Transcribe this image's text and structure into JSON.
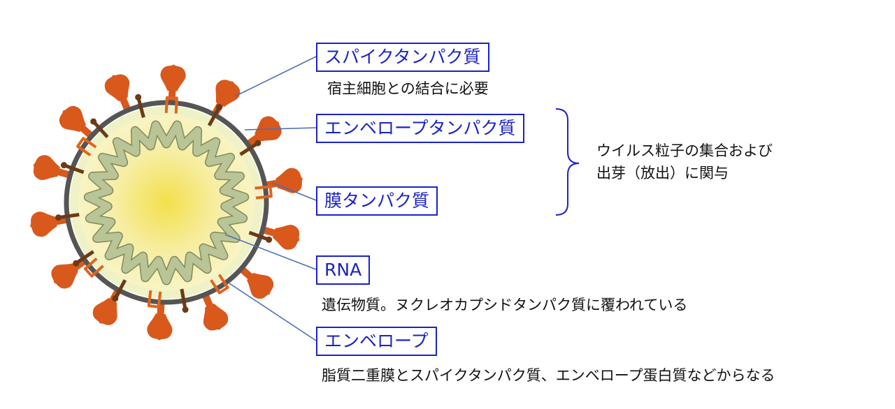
{
  "labels": {
    "spike": "スパイクタンパク質",
    "envelope_protein": "エンベロープタンパク質",
    "membrane": "膜タンパク質",
    "rna": "RNA",
    "envelope": "エンベロープ"
  },
  "descriptions": {
    "spike": "宿主細胞との結合に必要",
    "group_line1": "ウイルス粒子の集合および",
    "group_line2": "出芽（放出）に関与",
    "rna": "遺伝物質。ヌクレオカプシドタンパク質に覆われている",
    "envelope": "脂質二重膜とスパイクタンパク質、エンベロープ蛋白質などからなる"
  },
  "colors": {
    "label_border": "#1a22c8",
    "label_text": "#1a22c8",
    "leader_line": "#4a6fb5",
    "spike": "#d9581c",
    "membrane_protein": "#e2641c",
    "envelope_protein": "#6b3a16",
    "envelope_ring": "#555555",
    "matrix": "#eef2c6",
    "core_center": "#f3e04a",
    "core_edge": "#f8f4c4",
    "rna_coil": "#b9c596",
    "rna_outline": "#7f8a60"
  }
}
